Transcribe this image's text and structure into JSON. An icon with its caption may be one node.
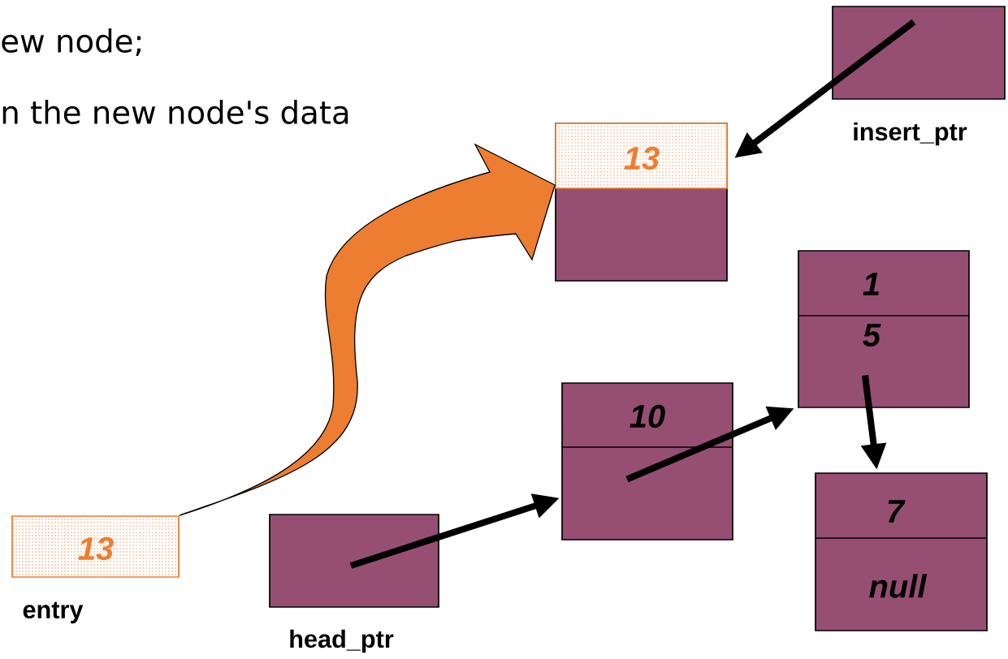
{
  "diagram": {
    "nodes": [
      {
        "text": [
          "13"
        ],
        "beside": [
          "entry"
        ]
      },
      {
        "text": [],
        "shape": "box",
        "beside": [
          "head_ptr"
        ]
      },
      {
        "text": [
          "10"
        ]
      },
      {
        "text": [
          "1",
          "5"
        ]
      },
      {
        "text": [
          "7",
          "null"
        ]
      },
      {
        "text": [
          "13"
        ]
      },
      {
        "text": [],
        "shape": "box",
        "beside": [
          "insert_ptr"
        ]
      }
    ],
    "edges": [
      {
        "from": 0,
        "to": 5,
        "arrow": "to",
        "color": "#ed7d31"
      },
      {
        "from": 6,
        "to": 5,
        "arrow": "to"
      },
      {
        "from": 1,
        "to": 2,
        "arrow": "to"
      },
      {
        "from": 2,
        "to": 3,
        "arrow": "to"
      },
      {
        "from": 3,
        "to": 4,
        "arrow": "to"
      }
    ],
    "labels": [
      "ew node;",
      "n the new node's data"
    ]
  }
}
